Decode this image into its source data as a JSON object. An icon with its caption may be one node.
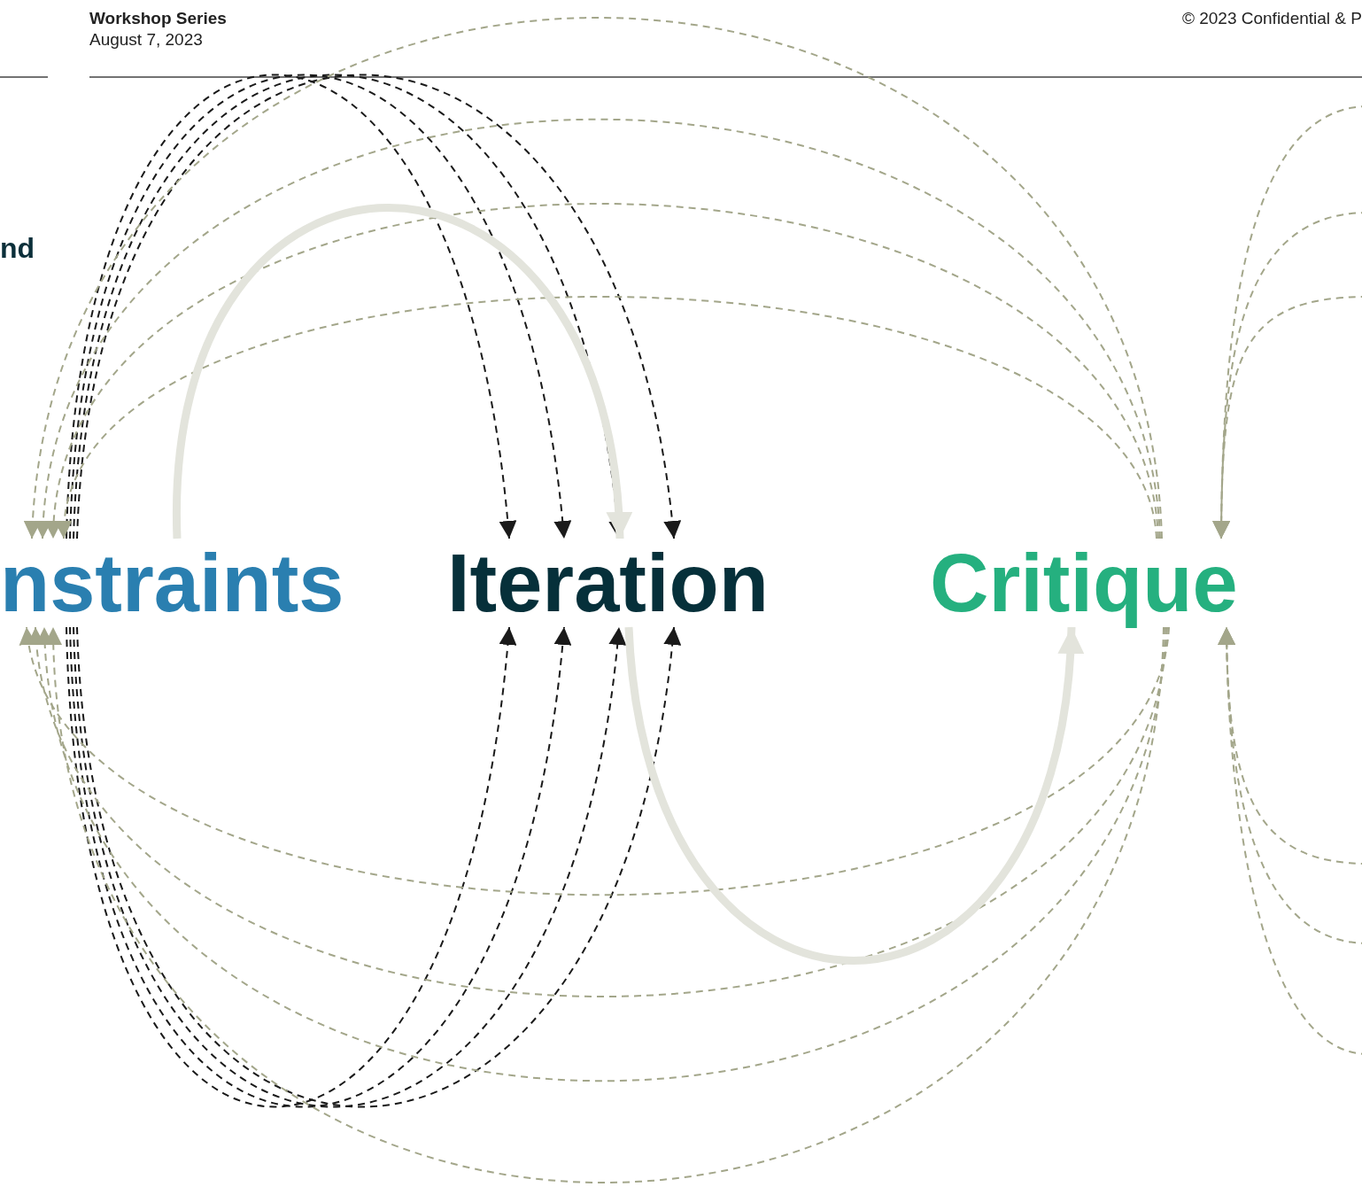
{
  "diagram": {
    "title": "Workshop Series",
    "nodes": [
      {
        "text": [
          "nstraints"
        ]
      },
      {
        "text": [
          "Iteration"
        ]
      },
      {
        "text": [
          "Critique"
        ]
      }
    ],
    "edges": [
      {
        "from": 0,
        "to": 1,
        "arrow": "to",
        "style": "dashed",
        "color": "#1a1a1a"
      },
      {
        "from": 0,
        "to": 1,
        "arrow": "to",
        "style": "dashed",
        "color": "#1a1a1a"
      },
      {
        "from": 0,
        "to": 1,
        "arrow": "to",
        "style": "dashed",
        "color": "#1a1a1a"
      },
      {
        "from": 0,
        "to": 1,
        "arrow": "to",
        "style": "dashed",
        "color": "#1a1a1a"
      },
      {
        "from": 0,
        "to": 1,
        "arrow": "to",
        "style": "dashed",
        "color": "#1a1a1a"
      },
      {
        "from": 0,
        "to": 1,
        "arrow": "to",
        "style": "dashed",
        "color": "#1a1a1a"
      },
      {
        "from": 0,
        "to": 1,
        "arrow": "to",
        "style": "dashed",
        "color": "#1a1a1a"
      },
      {
        "from": 0,
        "to": 1,
        "arrow": "to",
        "style": "dashed",
        "color": "#1a1a1a"
      },
      {
        "from": 2,
        "to": 0,
        "arrow": "to",
        "style": "dashed"
      },
      {
        "from": 2,
        "to": 0,
        "arrow": "to",
        "style": "dashed"
      },
      {
        "from": 2,
        "to": 0,
        "arrow": "to",
        "style": "dashed"
      },
      {
        "from": 2,
        "to": 0,
        "arrow": "to",
        "style": "dashed"
      },
      {
        "from": 2,
        "to": 0,
        "arrow": "to",
        "style": "dashed"
      },
      {
        "from": 2,
        "to": 0,
        "arrow": "to",
        "style": "dashed"
      },
      {
        "from": 2,
        "to": 0,
        "arrow": "to",
        "style": "dashed"
      },
      {
        "from": 2,
        "to": 0,
        "arrow": "to",
        "style": "dashed"
      },
      {
        "from": null,
        "to": 2,
        "arrow": "to",
        "style": "dashed"
      },
      {
        "from": null,
        "to": 2,
        "arrow": "to",
        "style": "dashed"
      },
      {
        "from": null,
        "to": 2,
        "arrow": "to",
        "style": "dashed"
      },
      {
        "from": null,
        "to": 2,
        "arrow": "to",
        "style": "dashed"
      },
      {
        "from": null,
        "to": 2,
        "arrow": "to",
        "style": "dashed"
      },
      {
        "from": null,
        "to": 2,
        "arrow": "to",
        "style": "dashed"
      },
      {
        "from": 0,
        "to": 1,
        "arrow": "to",
        "style": "thick",
        "color": "#e3e4dc"
      },
      {
        "from": 1,
        "to": 2,
        "arrow": "to",
        "style": "thick",
        "color": "#e3e4dc"
      }
    ],
    "labels": [
      "August 7, 2023",
      "© 2023 Confidential & P",
      "nd"
    ]
  }
}
